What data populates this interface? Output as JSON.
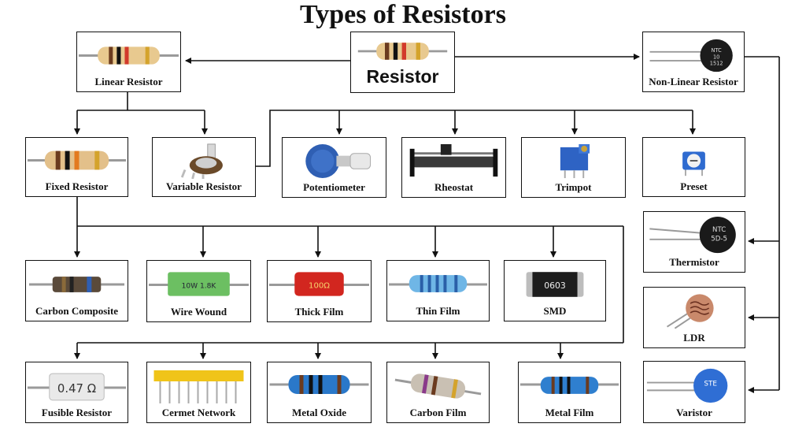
{
  "title": "Types of Resistors",
  "nodes": {
    "resistor": "Resistor",
    "linear": "Linear Resistor",
    "nonlinear": "Non-Linear Resistor",
    "fixed": "Fixed Resistor",
    "variable": "Variable Resistor",
    "potentiometer": "Potentiometer",
    "rheostat": "Rheostat",
    "trimpot": "Trimpot",
    "preset": "Preset",
    "carbon_composite": "Carbon Composite",
    "wire_wound": "Wire Wound",
    "thick_film": "Thick Film",
    "thin_film": "Thin Film",
    "smd": "SMD",
    "fusible": "Fusible Resistor",
    "cermet": "Cermet Network",
    "metal_oxide": "Metal Oxide",
    "carbon_film": "Carbon Film",
    "metal_film": "Metal Film",
    "thermistor": "Thermistor",
    "ldr": "LDR",
    "varistor": "Varistor"
  },
  "image_text": {
    "ntc_disc": [
      "NTC",
      "10",
      "1512"
    ],
    "thermistor_body": [
      "NTC",
      "5D-5"
    ],
    "wire_wound": "10W 1.8K",
    "thick_film": "100Ω",
    "smd": "0603",
    "fusible": "0.47 Ω",
    "varistor": "STE"
  },
  "icons": {
    "resistor": "axial-resistor-icon",
    "ntc_disc": "ntc-disc-icon",
    "potentiometer": "potentiometer-icon",
    "rheostat": "rheostat-icon",
    "trimpot": "trimpot-icon",
    "preset": "preset-icon",
    "smd": "smd-chip-icon",
    "ldr": "ldr-icon",
    "varistor": "varistor-icon",
    "cermet": "sip-network-icon"
  },
  "colors": {
    "line": "#111111",
    "box_border": "#111111"
  }
}
